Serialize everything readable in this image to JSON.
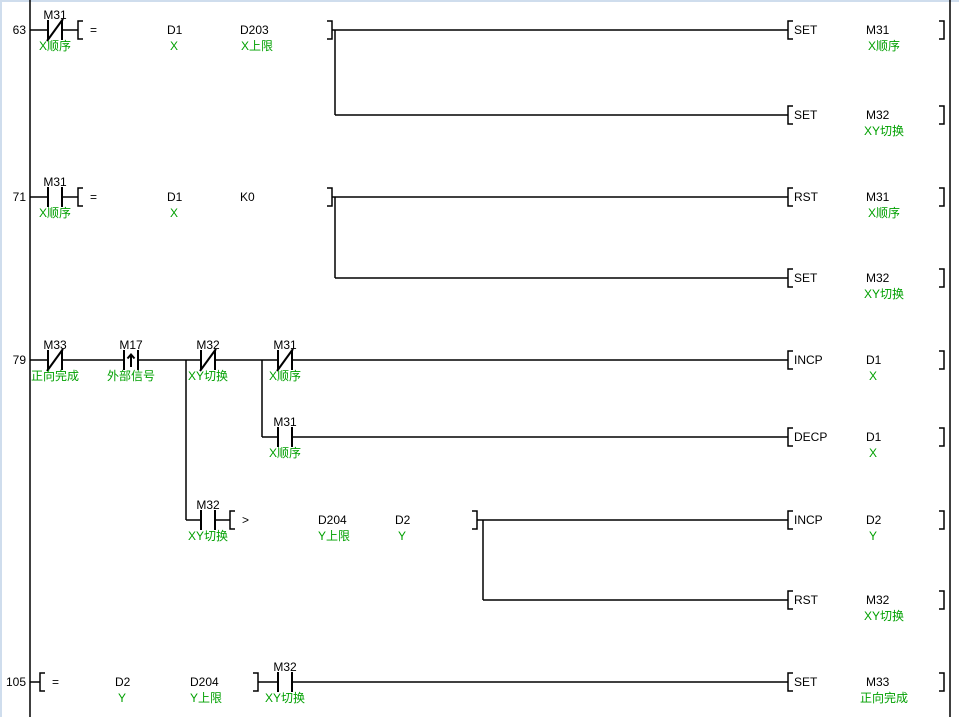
{
  "meta": {
    "colors": {
      "bg": "#ffffff",
      "wire": "#000000",
      "device": "#000000",
      "comment": "#00a000",
      "edge": "#cfdded"
    }
  },
  "rungs": {
    "r63": {
      "step": "63",
      "contact_m31": {
        "name": "M31",
        "comment": "X顺序"
      },
      "cmp": {
        "op": "=",
        "a": "D1",
        "a_comment": "X",
        "b": "D203",
        "b_comment": "X上限"
      },
      "out_set_m31": {
        "op": "SET",
        "dev": "M31",
        "comment": "X顺序"
      },
      "out_set_m32": {
        "op": "SET",
        "dev": "M32",
        "comment": "XY切换"
      }
    },
    "r71": {
      "step": "71",
      "contact_m31": {
        "name": "M31",
        "comment": "X顺序"
      },
      "cmp": {
        "op": "=",
        "a": "D1",
        "a_comment": "X",
        "b": "K0"
      },
      "out_rst_m31": {
        "op": "RST",
        "dev": "M31",
        "comment": "X顺序"
      },
      "out_set_m32": {
        "op": "SET",
        "dev": "M32",
        "comment": "XY切换"
      }
    },
    "r79": {
      "step": "79",
      "contact_m33": {
        "name": "M33",
        "comment": "正向完成"
      },
      "contact_m17": {
        "name": "M17",
        "comment": "外部信号"
      },
      "contact_m32": {
        "name": "M32",
        "comment": "XY切换"
      },
      "contact_m31": {
        "name": "M31",
        "comment": "X顺序"
      },
      "out_incp_d1": {
        "op": "INCP",
        "dev": "D1",
        "comment": "X"
      },
      "branch_m31": {
        "name": "M31",
        "comment": "X顺序"
      },
      "out_decp_d1": {
        "op": "DECP",
        "dev": "D1",
        "comment": "X"
      },
      "branch_m32": {
        "name": "M32",
        "comment": "XY切换"
      },
      "cmp": {
        "op": ">",
        "a": "D204",
        "a_comment": "Y上限",
        "b": "D2",
        "b_comment": "Y"
      },
      "out_incp_d2": {
        "op": "INCP",
        "dev": "D2",
        "comment": "Y"
      },
      "out_rst_m32": {
        "op": "RST",
        "dev": "M32",
        "comment": "XY切换"
      }
    },
    "r105": {
      "step": "105",
      "cmp": {
        "op": "=",
        "a": "D2",
        "a_comment": "Y",
        "b": "D204",
        "b_comment": "Y上限"
      },
      "contact_m32": {
        "name": "M32",
        "comment": "XY切换"
      },
      "out_set_m33": {
        "op": "SET",
        "dev": "M33",
        "comment": "正向完成"
      }
    }
  }
}
